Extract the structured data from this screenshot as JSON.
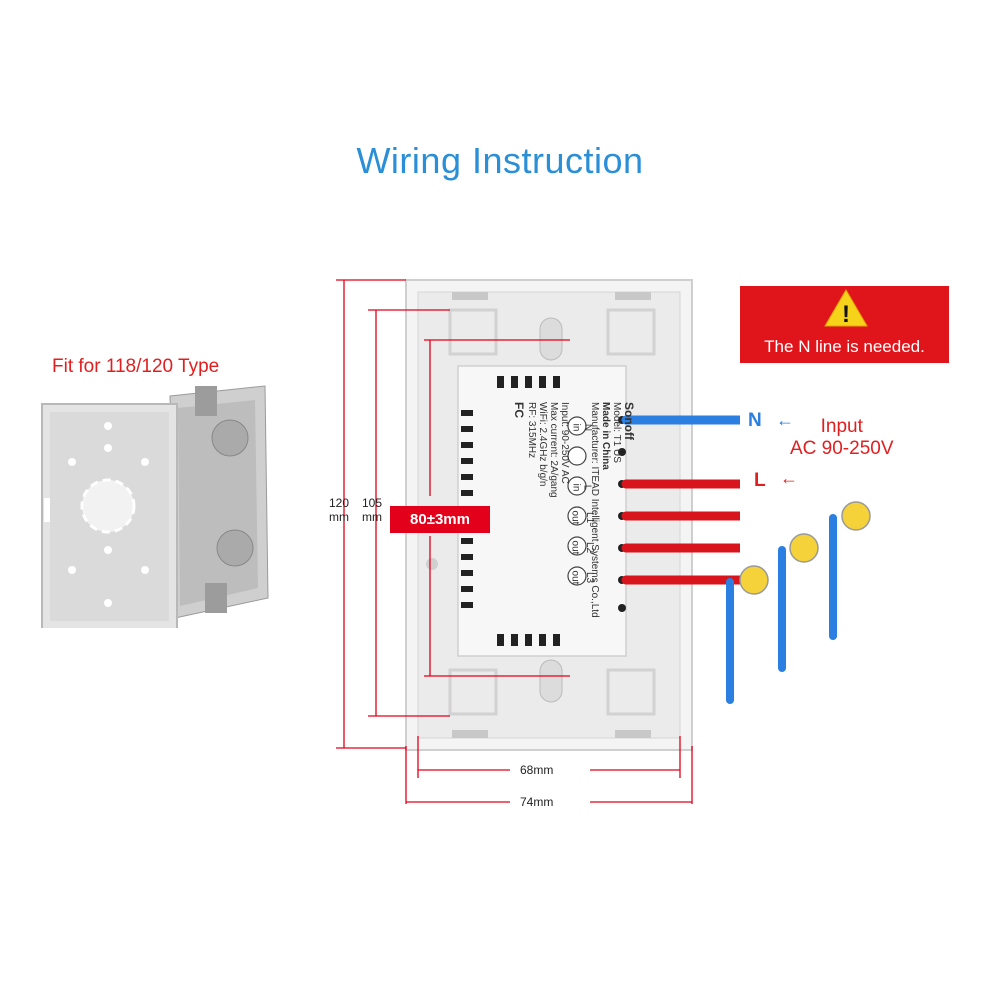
{
  "title": "Wiring Instruction",
  "box": {
    "label": "Fit for 118/120 Type"
  },
  "warning": {
    "text": "The N line is needed.",
    "symbol": "!"
  },
  "input": {
    "line1": "Input",
    "line2": "AC 90-250V"
  },
  "terminals": {
    "n": "N",
    "l": "L"
  },
  "dimensions": {
    "h120": "120",
    "h105": "105",
    "unit": "mm",
    "center": "80±3mm",
    "w68": "68mm",
    "w74": "74mm"
  },
  "module": {
    "brand": "Sonoff",
    "model": "Model: T1 US",
    "made": "Made in China",
    "manufacturer": "Manufacturer: ITEAD Intelligent Systems Co.,Ltd",
    "input": "Input: 90-250V AC",
    "current": "Max current: 2A/gang",
    "wifi": "WiFi: 2.4GHz b/g/n",
    "rf": "RF: 315MHz",
    "fc": "FC",
    "terminal_rows": [
      {
        "symbol": "N",
        "label": "in"
      },
      {
        "symbol": "L",
        "label": "in"
      },
      {
        "symbol": "L1",
        "label": "out"
      },
      {
        "symbol": "L2",
        "label": "out"
      },
      {
        "symbol": "L3",
        "label": "out"
      }
    ]
  },
  "colors": {
    "title": "#2a8fd6",
    "accent_red": "#e2001a",
    "neutral_wire": "#2a7fe0",
    "live_wire": "#d8141c",
    "bulb": "#f5d23a"
  }
}
